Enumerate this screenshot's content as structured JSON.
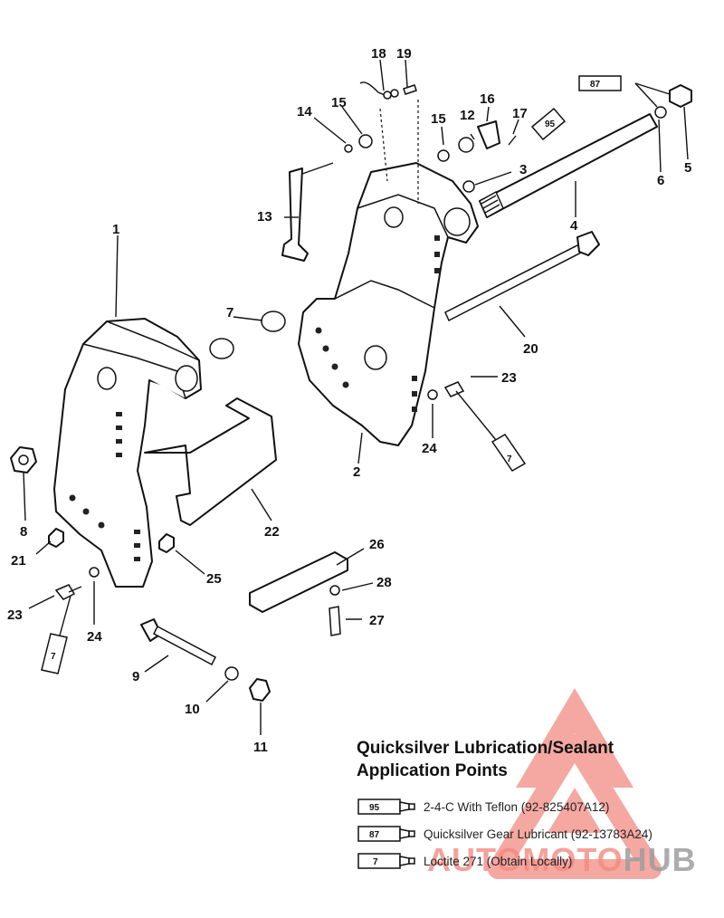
{
  "callouts": [
    "1",
    "2",
    "3",
    "4",
    "5",
    "6",
    "7",
    "8",
    "9",
    "10",
    "11",
    "12",
    "13",
    "14",
    "15",
    "15",
    "16",
    "17",
    "18",
    "19",
    "20",
    "21",
    "22",
    "23",
    "23",
    "24",
    "24",
    "25",
    "26",
    "27",
    "28"
  ],
  "tube_labels": {
    "t95": "95",
    "t87": "87",
    "t7a": "7",
    "t7b": "7"
  },
  "legend": {
    "title_line1": "Quicksilver Lubrication/Sealant",
    "title_line2": "Application Points",
    "items": [
      {
        "code": "95",
        "text": "2-4-C  With Teflon (92-825407A12)"
      },
      {
        "code": "87",
        "text": "Quicksilver Gear Lubricant (92-13783A24)"
      },
      {
        "code": "7",
        "text": "Loctite 271 (Obtain Locally)"
      }
    ]
  },
  "watermark": {
    "part1": "AUTOMOTO",
    "part2": "HUB",
    "color1": "#f28b82",
    "color2": "#9e9e9e"
  }
}
